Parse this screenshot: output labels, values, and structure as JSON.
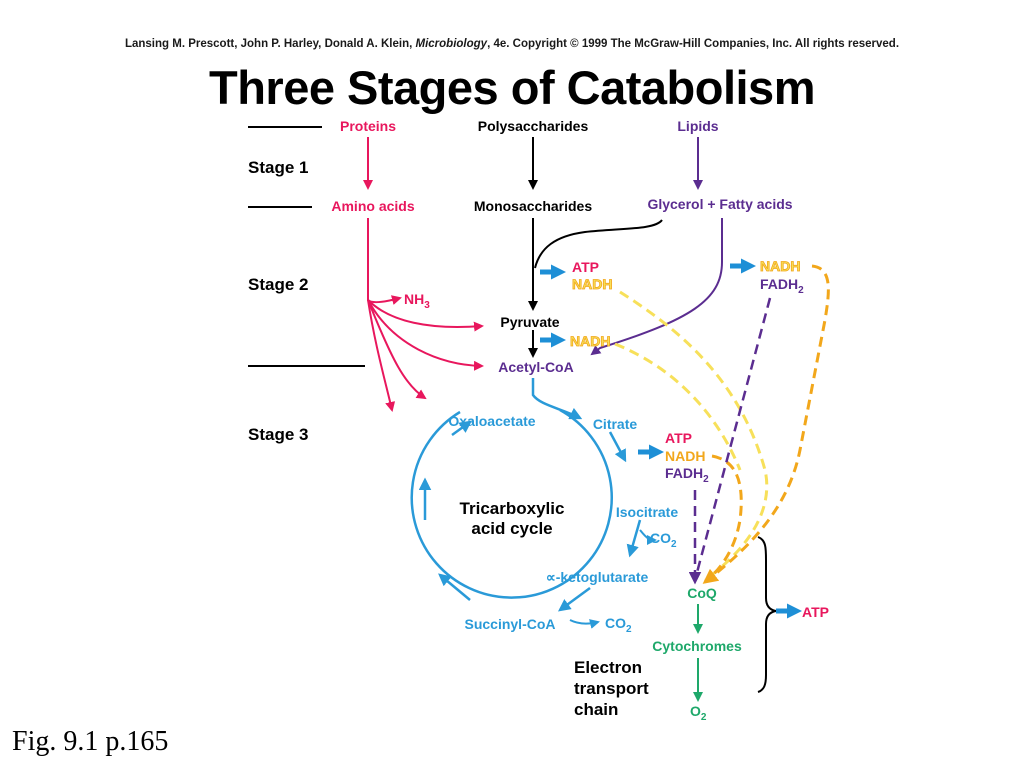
{
  "credit": {
    "prefix": "Lansing M. Prescott, John P. Harley, Donald A. Klein, ",
    "book": "Microbiology",
    "suffix": ", 4e. Copyright © 1999 The McGraw-Hill Companies, Inc.  All rights reserved."
  },
  "title": "Three Stages of Catabolism",
  "figure_ref": "Fig. 9.1 p.165",
  "stages": {
    "s1": "Stage 1",
    "s2": "Stage 2",
    "s3": "Stage 3"
  },
  "sources": {
    "proteins": "Proteins",
    "polysaccharides": "Polysaccharides",
    "lipids": "Lipids"
  },
  "monomers": {
    "amino_acids": "Amino acids",
    "monosaccharides": "Monosaccharides",
    "glycerol_fatty": "Glycerol + Fatty acids"
  },
  "stage2": {
    "atp": "ATP",
    "nadh": "NADH",
    "nh3": "NH",
    "nh3_sub": "3",
    "pyruvate": "Pyruvate",
    "nadh_pyr": "NADH",
    "acetyl_coa": "Acetyl-CoA",
    "lipid_nadh": "NADH",
    "lipid_fadh": "FADH",
    "lipid_fadh_sub": "2"
  },
  "cycle": {
    "name_line1": "Tricarboxylic",
    "name_line2": "acid cycle",
    "oxaloacetate": "Oxaloacetate",
    "citrate": "Citrate",
    "isocitrate": "Isocitrate",
    "co2_a": "CO",
    "co2_a_sub": "2",
    "ketoglutarate": "∝-ketoglutarate",
    "succinyl_coa": "Succinyl-CoA",
    "co2_b": "CO",
    "co2_b_sub": "2",
    "atp": "ATP",
    "nadh": "NADH",
    "fadh": "FADH",
    "fadh_sub": "2"
  },
  "etc": {
    "coq": "CoQ",
    "cytochromes": "Cytochromes",
    "o2": "O",
    "o2_sub": "2",
    "label_line1": "Electron",
    "label_line2": "transport",
    "label_line3": "chain",
    "atp": "ATP"
  },
  "colors": {
    "protein": "#e8175d",
    "carb": "#000000",
    "lipid": "#5b2d90",
    "cycle": "#2a9ad8",
    "nadh": "#f2a71b",
    "nadh_fill": "#f7e05a",
    "etc": "#1ea86a",
    "arrow_blue": "#1e8fd6"
  }
}
